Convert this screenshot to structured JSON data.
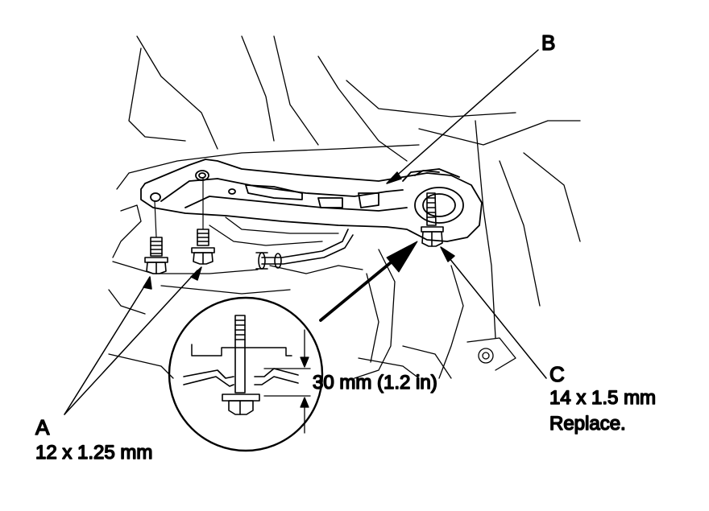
{
  "labels": {
    "a_letter": "A",
    "a_spec": "12 x 1.25 mm",
    "b_letter": "B",
    "c_letter": "C",
    "c_spec": "14 x 1.5 mm",
    "c_note": "Replace.",
    "measurement": "30 mm (1.2 in)"
  }
}
